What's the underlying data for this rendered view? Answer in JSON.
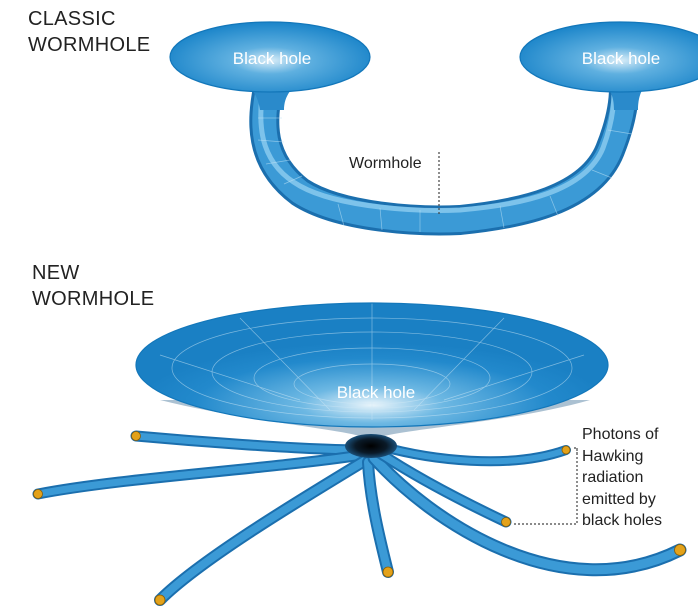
{
  "classic": {
    "heading_line1": "CLASSIC",
    "heading_line2": "WORMHOLE",
    "left_hole_label": "Black hole",
    "right_hole_label": "Black hole",
    "wormhole_label": "Wormhole"
  },
  "new": {
    "heading_line1": "NEW",
    "heading_line2": "WORMHOLE",
    "hole_label": "Black hole",
    "photons_label_lines": [
      "Photons of",
      "Hawking",
      "radiation",
      "emitted by",
      "black holes"
    ]
  },
  "colors": {
    "funnel_blue": "#1a84c9",
    "funnel_light": "#e8f4fb",
    "tube_blue": "#2e8fcf",
    "photon_tip": "#e3a21a",
    "text": "#222222"
  }
}
